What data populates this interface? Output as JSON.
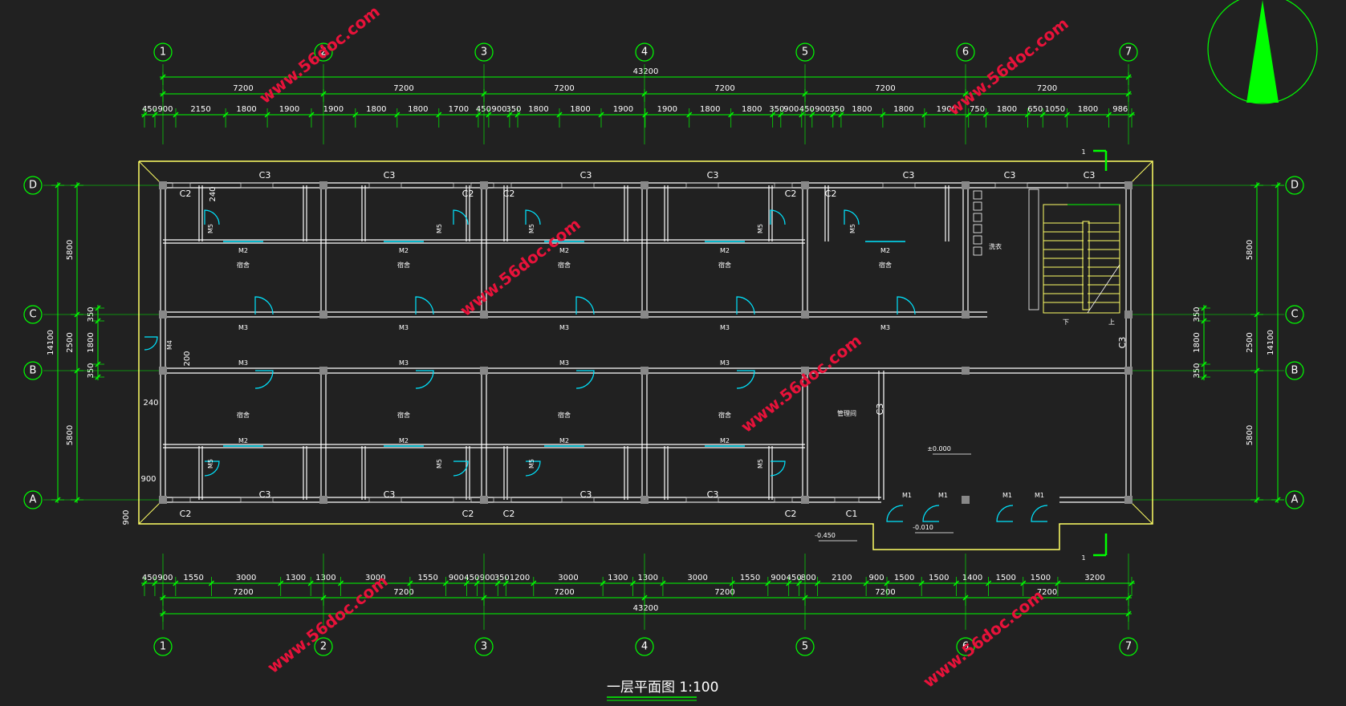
{
  "title": "一层平面图 1:100",
  "watermark": "www.56doc.com",
  "colors": {
    "background": "#212121",
    "dimension": "#00ff00",
    "wall": "#ffffff",
    "outline": "#ffff66",
    "door": "#00e5ff",
    "watermark": "#e8123a",
    "north_arrow": "#00ff00"
  },
  "axes_columns": [
    "1",
    "2",
    "3",
    "4",
    "5",
    "6",
    "7"
  ],
  "axes_rows": [
    "D",
    "C",
    "B",
    "A"
  ],
  "total_length": "43200",
  "total_width": "14100",
  "bay_dims": [
    "7200",
    "7200",
    "7200",
    "7200",
    "7200",
    "7200"
  ],
  "top_detail_dims": [
    "450",
    "900",
    "2150",
    "1800",
    "1900",
    "1900",
    "1800",
    "1800",
    "1700",
    "450",
    "900",
    "350",
    "1800",
    "1800",
    "1900",
    "1900",
    "1800",
    "1800",
    "350",
    "900",
    "450",
    "900",
    "350",
    "1800",
    "1800",
    "1900",
    "750",
    "1800",
    "650",
    "1050",
    "1800",
    "986"
  ],
  "bottom_detail_dims": [
    "450",
    "900",
    "1550",
    "3000",
    "1300",
    "1300",
    "3000",
    "1550",
    "900",
    "450",
    "900",
    "350",
    "1200",
    "3000",
    "1300",
    "1300",
    "3000",
    "1550",
    "900",
    "450",
    "800",
    "2100",
    "900",
    "1500",
    "1500",
    "1400",
    "1500",
    "1500",
    "3200"
  ],
  "left_dims": {
    "outer": [
      "5800",
      "2500",
      "5800"
    ],
    "inner": [
      "350",
      "1800",
      "350"
    ],
    "total": "14100",
    "extra": [
      "900",
      "900",
      "240",
      "200",
      "240"
    ]
  },
  "right_dims": {
    "outer": [
      "5800",
      "2500",
      "5800"
    ],
    "inner": [
      "350",
      "1800",
      "350"
    ],
    "total": "14100"
  },
  "window_labels": {
    "C1": "C1",
    "C2": "C2",
    "C3": "C3"
  },
  "door_labels": {
    "M1": "M1",
    "M2": "M2",
    "M3": "M3",
    "M4": "M4",
    "M5": "M5"
  },
  "room_labels": {
    "dorm": "宿舍",
    "washroom": "洗衣",
    "management": "管理间"
  },
  "stair_labels": {
    "down": "下",
    "up": "上"
  },
  "elevations": {
    "floor": "±0.000",
    "outside": "-0.450",
    "entrance": "-0.010"
  },
  "section_mark": "1",
  "scale": "1:100"
}
